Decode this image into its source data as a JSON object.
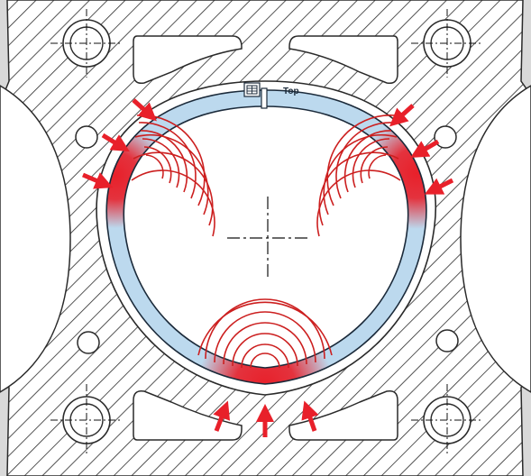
{
  "diagram": {
    "ring_marking": "Top",
    "colors": {
      "block_fill": "#ffffff",
      "hatch_line": "#2a2a2a",
      "bore_inner": "#ffffff",
      "ring_normal": "#bcd9ee",
      "ring_pressure": "#e8202a",
      "pressure_arcs": "#cc1f1f",
      "force_arrows": "#e8202a",
      "centerline": "#111111"
    },
    "bolt_holes": 4,
    "pressure_zones": 3,
    "force_arrows": 9
  }
}
